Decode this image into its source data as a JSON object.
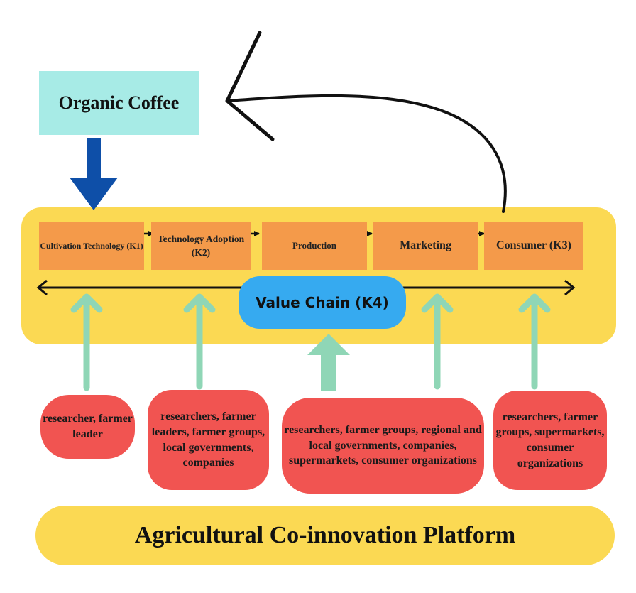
{
  "title": "Organic Coffee",
  "steps": [
    {
      "label": "Cultivation Technology (K1)"
    },
    {
      "label": "Technology Adoption (K2)"
    },
    {
      "label": "Production"
    },
    {
      "label": "Marketing"
    },
    {
      "label": "Consumer (K3)"
    }
  ],
  "value_chain": {
    "label": "Value Chain (K4)"
  },
  "actors": [
    {
      "label": "researcher, farmer leader"
    },
    {
      "label": "researchers, farmer leaders, farmer groups, local governments, companies"
    },
    {
      "label": "researchers, farmer groups, regional and local governments, companies, supermarkets, consumer organizations"
    },
    {
      "label": "researchers, farmer groups, supermarkets, consumer organizations"
    }
  ],
  "platform": {
    "label": "Agricultural Co-innovation Platform"
  },
  "colors": {
    "coffee_box": "#a7ebe6",
    "band": "#fbd953",
    "step": "#f49a4a",
    "value_chain": "#36aaf0",
    "actor": "#f15451",
    "up_arrow": "#8fd6b6",
    "down_arrow": "#0e4fa8"
  }
}
